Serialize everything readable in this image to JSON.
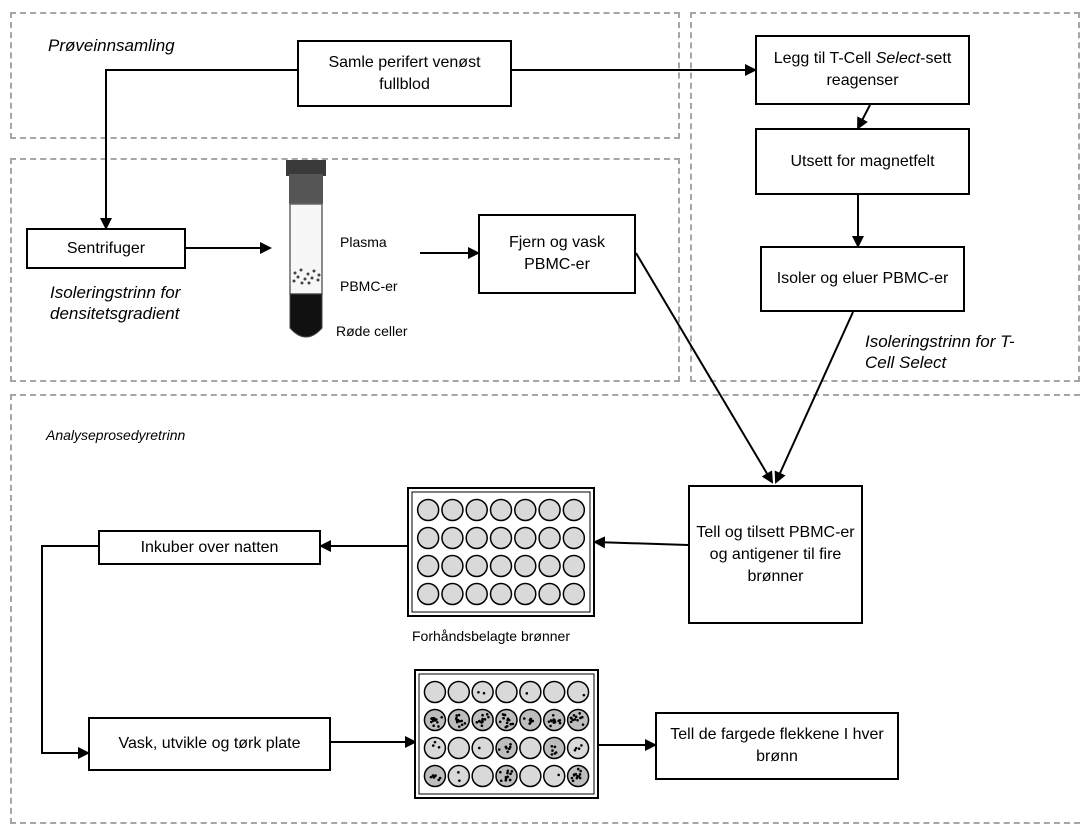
{
  "sections": {
    "sample_collection": "Prøveinnsamling",
    "density_gradient": "Isoleringstrinn for densitetsgradient",
    "tcell_select": "Isoleringstrinn for T-Cell Select",
    "assay": "Analyseprosedyretrinn"
  },
  "boxes": {
    "collect_blood": "Samle perifert venøst fullblod",
    "add_reagents": "Legg til T-Cell Select-sett reagenser",
    "add_reagents_italic_word": "Select",
    "magnet": "Utsett for magnetfelt",
    "centrifuge": "Sentrifuger",
    "remove_wash": "Fjern og vask PBMC-er",
    "isolate_elute": "Isoler og eluer PBMC-er",
    "count_add": "Tell og tilsett PBMC-er og antigener til fire brønner",
    "incubate": "Inkuber over natten",
    "wash_develop": "Vask, utvikle og tørk plate",
    "count_spots": "Tell de fargede flekkene I hver brønn"
  },
  "tube_labels": {
    "plasma": "Plasma",
    "pbmc": "PBMC-er",
    "red_cells": "Røde celler"
  },
  "plate_caption": "Forhåndsbelagte brønner"
}
